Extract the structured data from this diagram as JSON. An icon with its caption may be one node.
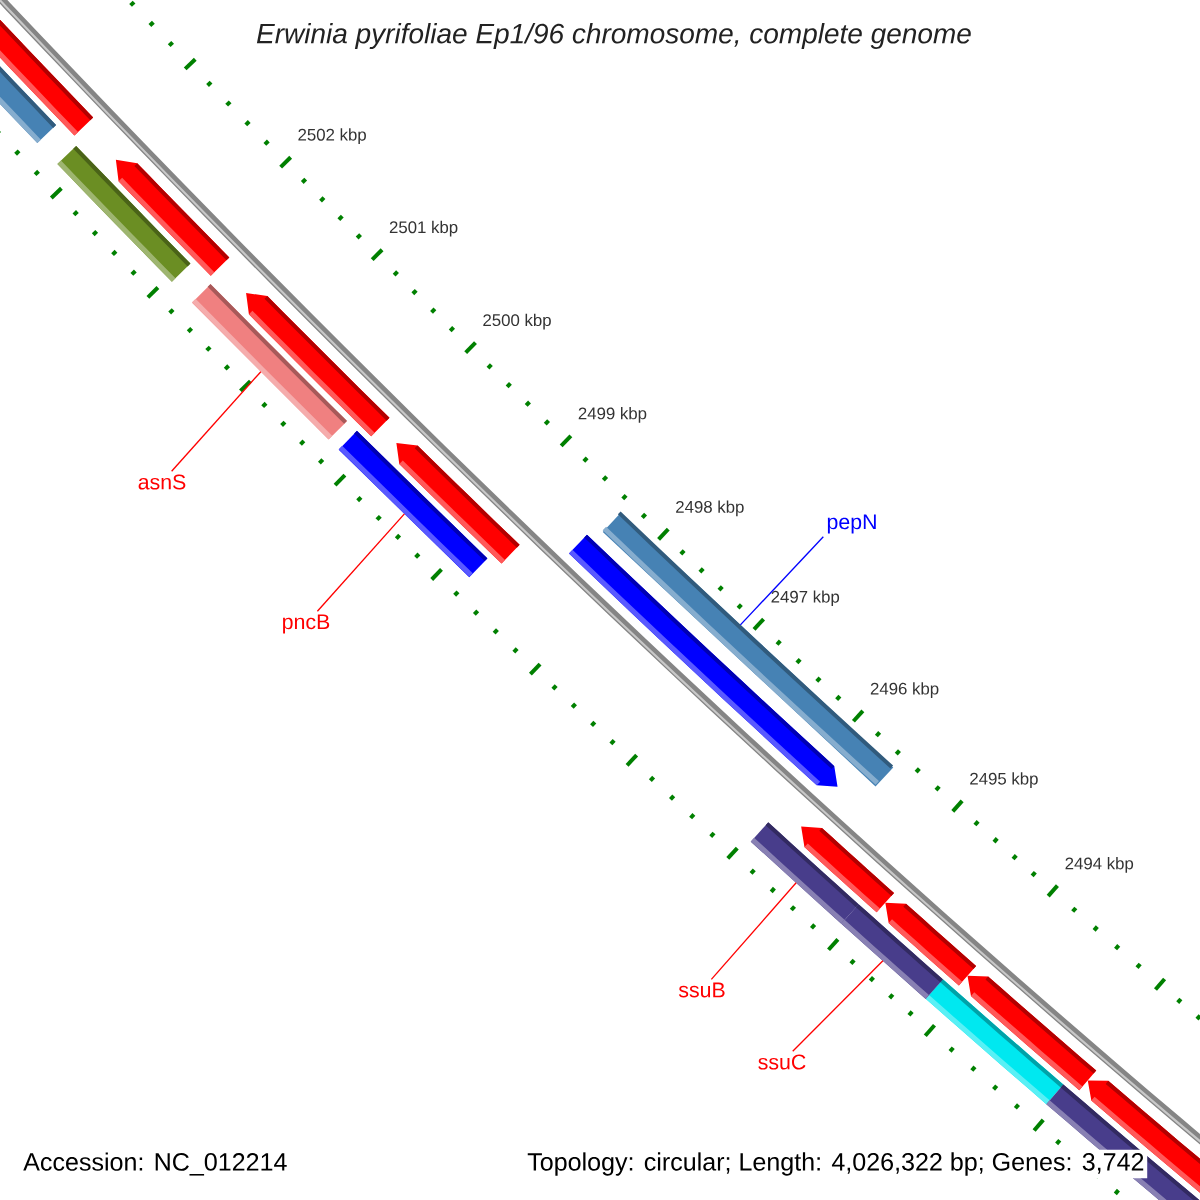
{
  "diagram": {
    "title": "Erwinia pyrifoliae Ep1/96 chromosome, complete genome",
    "nodes": [
      {
        "text": [
          "asnS"
        ]
      },
      {
        "text": [],
        "shape": "bar"
      },
      {
        "text": [
          "pncB"
        ]
      },
      {
        "text": [],
        "shape": "bar"
      },
      {
        "text": [
          "pepN"
        ]
      },
      {
        "text": [],
        "shape": "bar"
      },
      {
        "text": [
          "ssuB"
        ]
      },
      {
        "text": [],
        "shape": "bar"
      },
      {
        "text": [
          "ssuC"
        ]
      },
      {
        "text": [],
        "shape": "bar"
      }
    ],
    "edges": [
      {
        "from": 0,
        "to": 1,
        "arrow": "none"
      },
      {
        "from": 2,
        "to": 3,
        "arrow": "none"
      },
      {
        "from": 4,
        "to": 5,
        "arrow": "none",
        "color": "#0000ff"
      },
      {
        "from": 6,
        "to": 7,
        "arrow": "none"
      },
      {
        "from": 8,
        "to": 9,
        "arrow": "none"
      }
    ],
    "labels": [
      "2502 kbp",
      "2501 kbp",
      "2500 kbp",
      "2499 kbp",
      "2498 kbp",
      "2497 kbp",
      "2496 kbp",
      "2495 kbp",
      "2494 kbp",
      "Accession: NC_012214",
      "Topology: circular; Length: 4,026,322 bp; Genes: 3,742"
    ]
  }
}
